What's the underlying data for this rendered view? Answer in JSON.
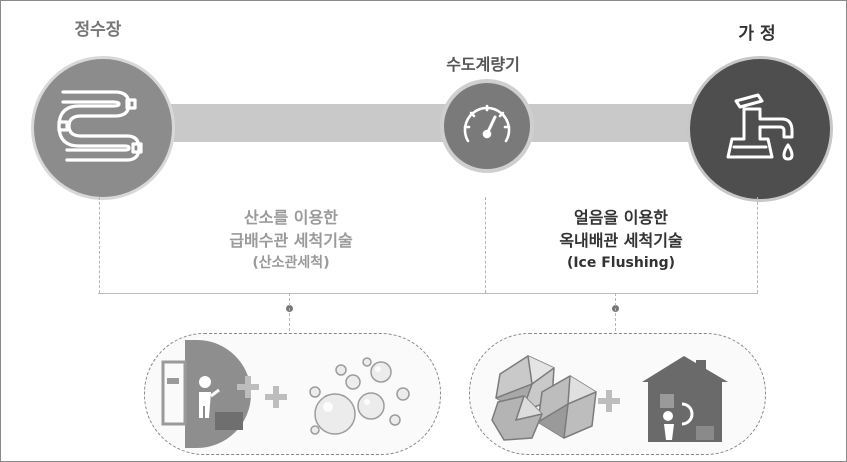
{
  "nodes": {
    "plant_label": "정수장",
    "meter_label": "수도계량기",
    "home_label": "가 정"
  },
  "techniques": {
    "left": {
      "line1": "산소를 이용한",
      "line2": "급배수관 세척기술",
      "line3": "(산소관세척)"
    },
    "right": {
      "line1": "얼음을 이용한",
      "line2": "옥내배관 세척기술",
      "line3": "(Ice Flushing)"
    }
  }
}
